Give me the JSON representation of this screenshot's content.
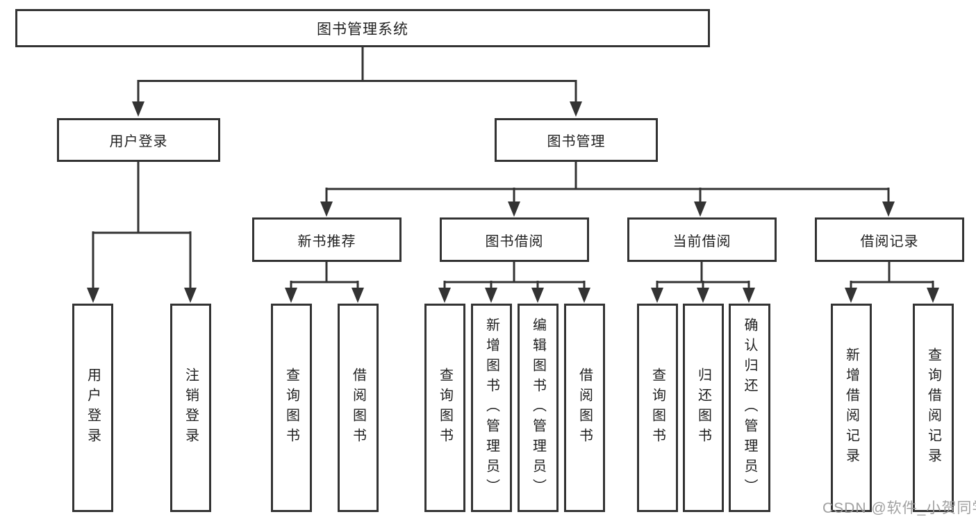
{
  "tree": {
    "root": {
      "label": "图书管理系统"
    },
    "login": {
      "label": "用户登录",
      "leaves": [
        {
          "label": "用户登录"
        },
        {
          "label": "注销登录"
        }
      ]
    },
    "management": {
      "label": "图书管理",
      "groups": [
        {
          "label": "新书推荐",
          "leaves": [
            {
              "label": "查询图书"
            },
            {
              "label": "借阅图书"
            }
          ]
        },
        {
          "label": "图书借阅",
          "leaves": [
            {
              "label": "查询图书"
            },
            {
              "label": "新增图书（管理员）"
            },
            {
              "label": "编辑图书（管理员）"
            },
            {
              "label": "借阅图书"
            }
          ]
        },
        {
          "label": "当前借阅",
          "leaves": [
            {
              "label": "查询图书"
            },
            {
              "label": "归还图书"
            },
            {
              "label": "确认归还（管理员）"
            }
          ]
        },
        {
          "label": "借阅记录",
          "leaves": [
            {
              "label": "新增借阅记录"
            },
            {
              "label": "查询借阅记录"
            }
          ]
        }
      ]
    }
  },
  "watermark": {
    "text": "CSDN @软件_小贺同学"
  },
  "colors": {
    "line": "#333333",
    "box_border": "#333333",
    "text": "#1f1f1f",
    "watermark": "#9b9b9b",
    "background": "#ffffff"
  }
}
